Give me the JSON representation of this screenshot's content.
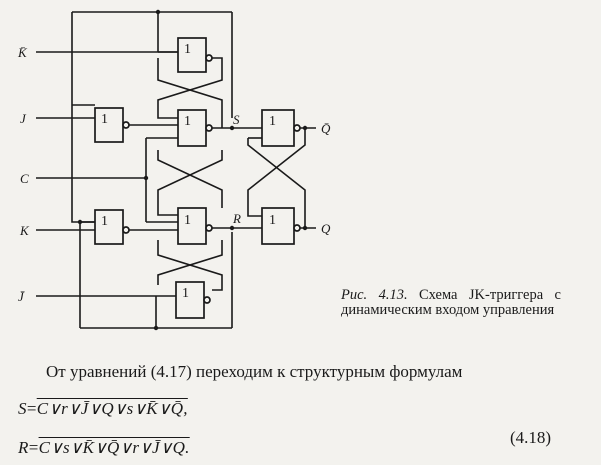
{
  "circuit": {
    "inputs": [
      "K̄",
      "J",
      "C",
      "K",
      "J̄"
    ],
    "nodes": [
      "S",
      "R"
    ],
    "outputs": [
      "Q̄",
      "Q"
    ],
    "gate_label": "1"
  },
  "caption": {
    "fig_num": "Рис. 4.13.",
    "text": "Схема JK-триггера с динамическим входом управления"
  },
  "paragraph": "От уравнений (4.17) переходим к структурным формулам",
  "equations": {
    "s_lhs": "S",
    "s_eq": "=",
    "s_rhs": "C∨r∨J̄∨Q∨s∨K̄∨Q̄,",
    "r_lhs": "R",
    "r_eq": "=",
    "r_rhs": "C∨s∨K̄∨Q̄∨r∨J̄∨Q.",
    "number": "(4.18)"
  }
}
